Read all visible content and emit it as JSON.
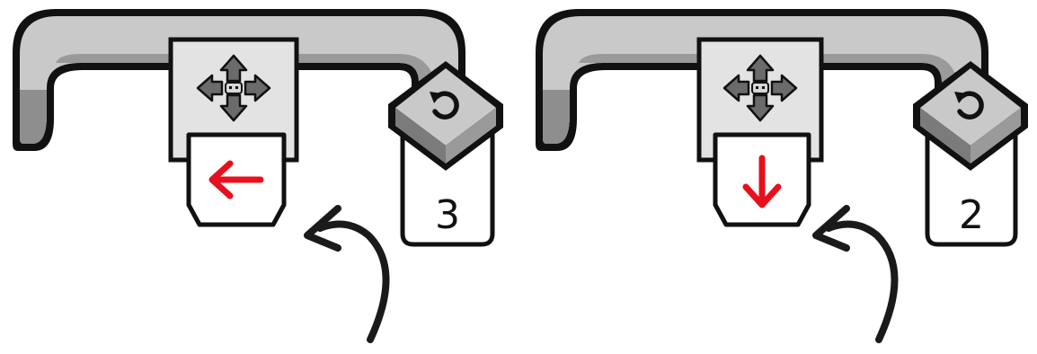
{
  "colors": {
    "outline": "#111111",
    "block_light": "#c9c9c9",
    "block_dark": "#9a9a9a",
    "block_shadow": "#7b7b7b",
    "panel_light": "#e3e3e3",
    "arrow_gray": "#6b6b6b",
    "card_bg": "#ffffff",
    "direction_arrow": "#e8101d",
    "handdrawn_arrow": "#1a1a1a"
  },
  "blocks": [
    {
      "move_block": {
        "icon": "four-direction-move-icon"
      },
      "direction_card": {
        "direction": "left",
        "icon": "red-left-arrow-icon"
      },
      "repeat_block": {
        "icon": "repeat-loop-icon",
        "count": "3"
      },
      "annotation_icon": "curved-handdrawn-arrow-icon"
    },
    {
      "move_block": {
        "icon": "four-direction-move-icon"
      },
      "direction_card": {
        "direction": "down",
        "icon": "red-down-arrow-icon"
      },
      "repeat_block": {
        "icon": "repeat-loop-icon",
        "count": "2"
      },
      "annotation_icon": "curved-handdrawn-arrow-icon"
    }
  ]
}
